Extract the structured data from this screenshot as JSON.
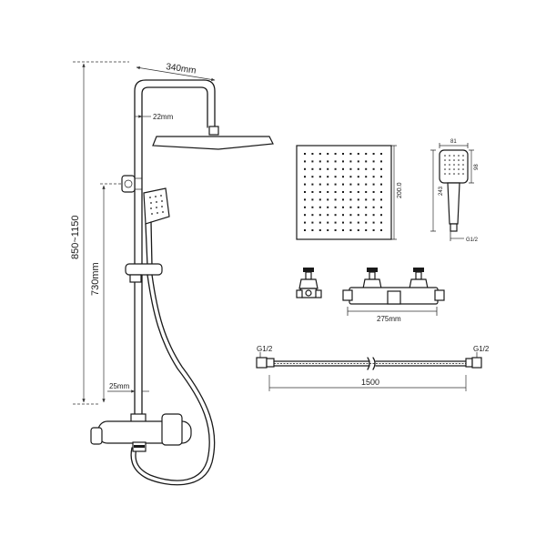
{
  "labels": {
    "arm_width": "340mm",
    "arm_dia": "22mm",
    "total_height": "850~1150",
    "bar_height": "730mm",
    "pipe_dia": "25mm",
    "head_size": "200.0",
    "hand_width": "81",
    "hand_face": "98",
    "hand_length": "243",
    "hand_thread": "G1/2",
    "valve_centres": "275mm",
    "hose_thread_left": "G1/2",
    "hose_thread_right": "G1/2",
    "hose_length": "1500"
  }
}
